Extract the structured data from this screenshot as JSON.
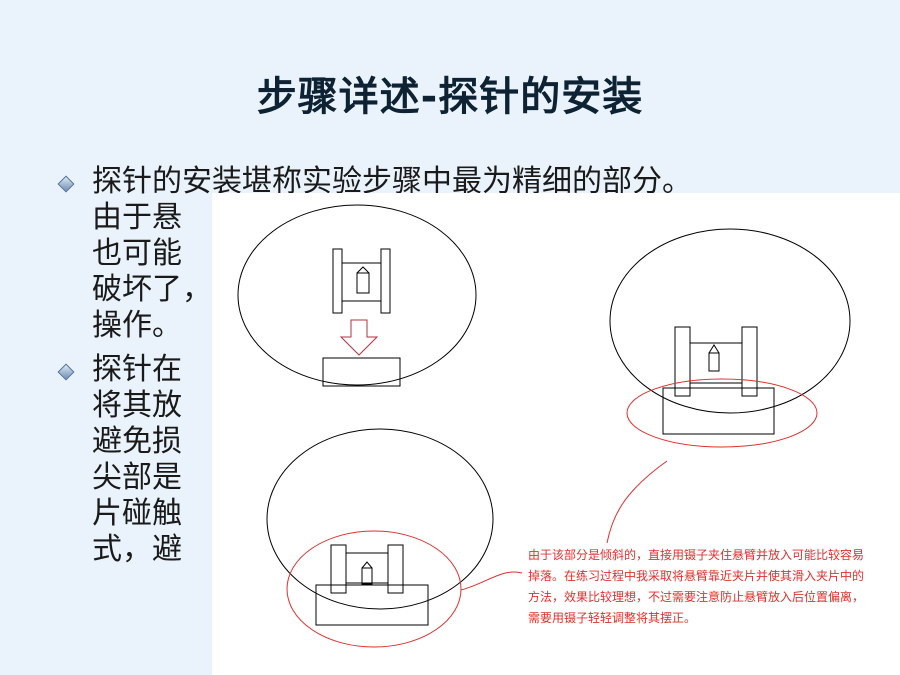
{
  "slide": {
    "title": "步骤详述-探针的安装",
    "bullets": [
      {
        "lines": [
          "探针的安装堪称实验步骤中最为精细的部分。",
          "由于悬",
          "也可能",
          "破坏了，",
          "操作。"
        ]
      },
      {
        "lines": [
          "探针在",
          "将其放",
          "避免损",
          "尖部是",
          "片碰触",
          "式，避"
        ]
      }
    ]
  },
  "figure": {
    "annotation": "由于该部分是倾斜的，直接用镊子夹住悬臂并放入可能比较容易掉落。在练习过程中我采取将悬臂靠近夹片并使其滑入夹片中的方法，效果比较理想，不过需要注意防止悬臂放入后位置偏离，需要用镊子轻轻调整将其摆正。",
    "annotation_color": "#e0302e",
    "outline_color": "#000000",
    "arrow_color": "#b5303d"
  }
}
